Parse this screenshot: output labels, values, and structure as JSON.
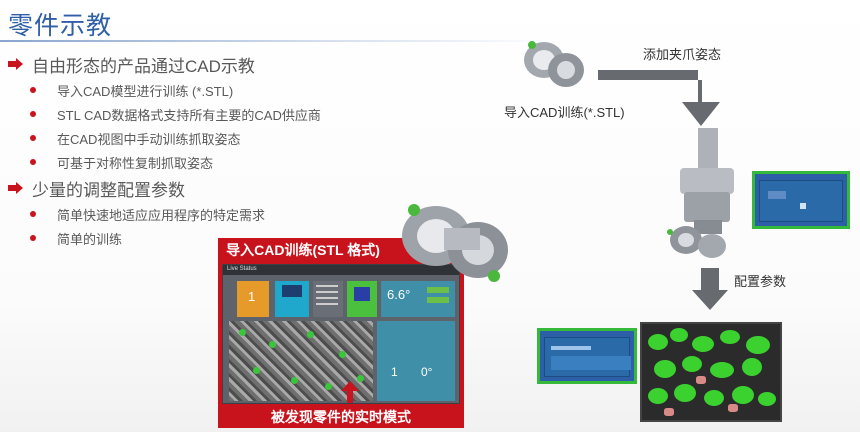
{
  "slide": {
    "title": "零件示教",
    "bullets": [
      {
        "text": "自由形态的产品通过CAD示教",
        "subs": [
          "导入CAD模型进行训练 (*.STL)",
          "STL CAD数据格式支持所有主要的CAD供应商",
          "在CAD视图中手动训练抓取姿态",
          "可基于对称性复制抓取姿态"
        ]
      },
      {
        "text": "少量的调整配置参数",
        "subs": [
          "简单快速地适应应用程序的特定需求",
          "简单的训练"
        ]
      }
    ]
  },
  "callout": {
    "header": "导入CAD训练(STL 格式)",
    "footer": "被发现零件的实时模式",
    "screen": {
      "bar_label": "Live Status",
      "tile1_value": "1",
      "tile2_value": "6.6°",
      "tile3_value": "1",
      "tile4_value": "0°"
    }
  },
  "flow": {
    "cad_label": "导入CAD训练(*.STL)",
    "gripper_label": "添加夹爪姿态",
    "config_label": "配置参数"
  },
  "colors": {
    "title_blue": "#2f5fa8",
    "accent_red": "#c8141e",
    "arrow_gray": "#6b6f73",
    "highlight_green": "#35b93a"
  },
  "icons": {
    "bullet_l1": "red-arrow-right-icon",
    "bullet_l2": "red-dot-icon"
  }
}
